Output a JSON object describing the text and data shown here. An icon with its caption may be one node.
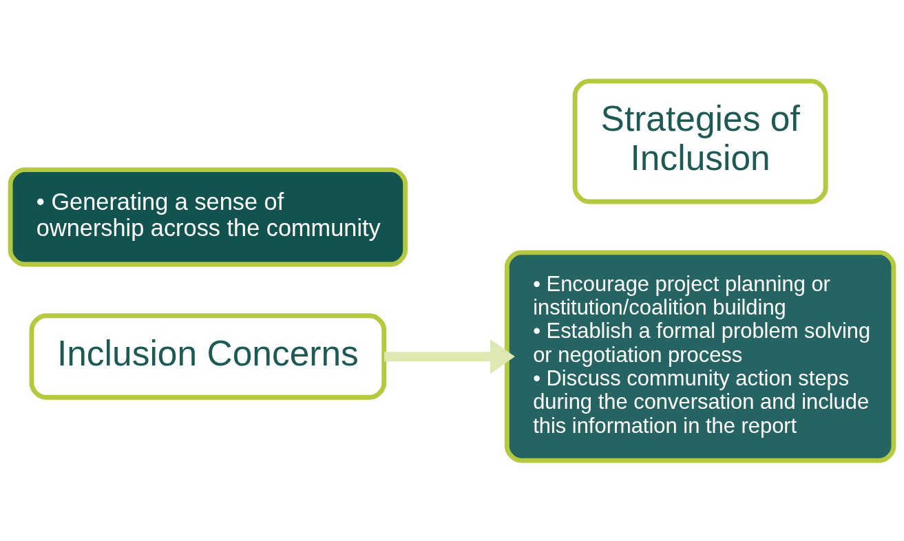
{
  "diagram": {
    "nodes": [
      {
        "text": [
          "• Generating a sense of ownership across the community"
        ]
      },
      {
        "text": [
          "Inclusion Concerns"
        ]
      },
      {
        "text": [
          "• Encourage project planning or institution/coalition building",
          "• Establish a formal problem solving or negotiation process",
          "• Discuss community action steps during the conversation and include this information in the report"
        ]
      },
      {
        "text": [
          "Strategies of Inclusion"
        ]
      }
    ],
    "edges": [
      {
        "from": 1,
        "to": 2,
        "arrow": "to",
        "color": "#dde8b2"
      }
    ]
  }
}
